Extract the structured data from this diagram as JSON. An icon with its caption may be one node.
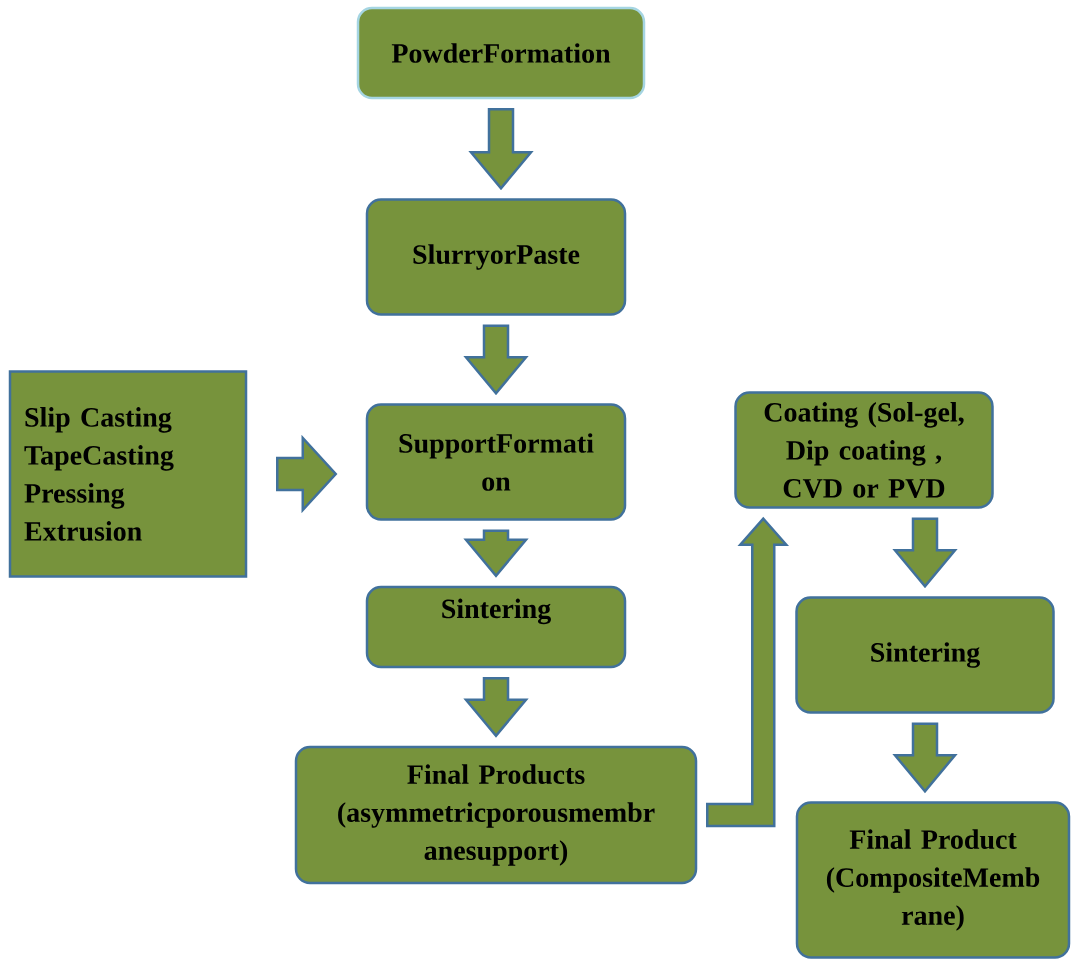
{
  "diagram": {
    "nodes": [
      {
        "text": [
          "PowderFormation"
        ]
      },
      {
        "text": [
          "SlurryorPaste"
        ]
      },
      {
        "text": [
          "Slip Casting",
          "TapeCasting",
          "Pressing",
          "Extrusion"
        ]
      },
      {
        "text": [
          "SupportFormati on"
        ]
      },
      {
        "text": [
          "Sintering"
        ]
      },
      {
        "text": [
          "Final Products",
          "(asymmetricporousmembr anesupport)"
        ]
      },
      {
        "text": [
          "Coating (Sol-gel, Dip coating , CVD or PVD"
        ]
      },
      {
        "text": [
          "Sintering"
        ]
      },
      {
        "text": [
          "Final Product",
          "(CompositeMemb rane)"
        ]
      }
    ],
    "edges": [
      {
        "from": 0,
        "to": 1,
        "arrow": "to"
      },
      {
        "from": 1,
        "to": 3,
        "arrow": "to"
      },
      {
        "from": 2,
        "to": 3,
        "arrow": "to"
      },
      {
        "from": 3,
        "to": 4,
        "arrow": "to"
      },
      {
        "from": 4,
        "to": 5,
        "arrow": "to"
      },
      {
        "from": 5,
        "to": 6,
        "arrow": "to"
      },
      {
        "from": 6,
        "to": 7,
        "arrow": "to"
      },
      {
        "from": 7,
        "to": 8,
        "arrow": "to"
      }
    ]
  }
}
